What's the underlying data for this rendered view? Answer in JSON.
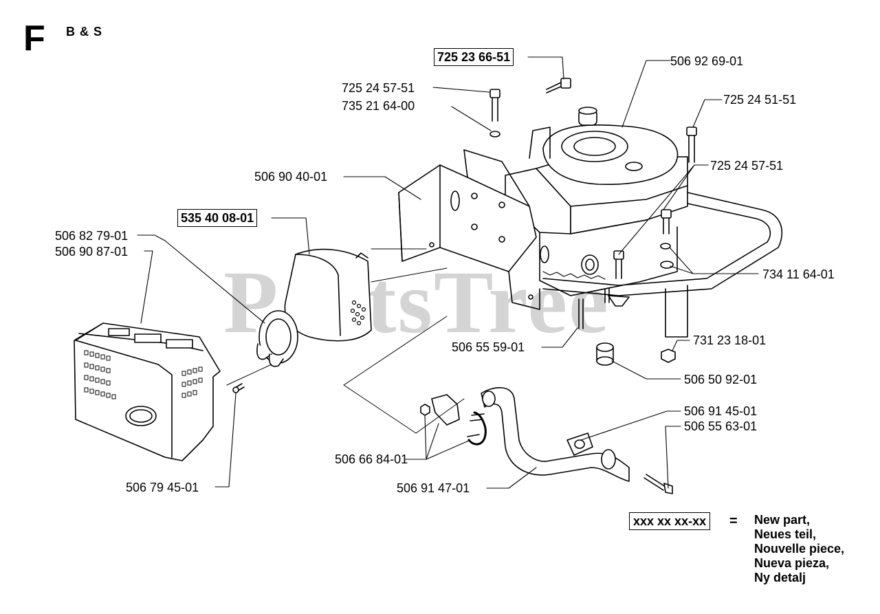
{
  "header": {
    "section": "F",
    "engine": "B & S"
  },
  "watermark": {
    "text": "PartsTree",
    "trademark": "™"
  },
  "parts": {
    "p725236651": "725 23 66-51",
    "p506926901": "506 92 69-01",
    "p725245751_a": "725 24 57-51",
    "p735216400": "735 21 64-00",
    "p725245151": "725 24 51-51",
    "p725245751_b": "725 24 57-51",
    "p506904001": "506 90 40-01",
    "p535400801": "535 40 08-01",
    "p506827901": "506 82 79-01",
    "p506908701": "506 90 87-01",
    "p734116401": "734 11 64-01",
    "p731231801": "731 23 18-01",
    "p506555901": "506 55 59-01",
    "p506509201": "506 50 92-01",
    "p506914501": "506 91 45-01",
    "p506556301": "506 55 63-01",
    "p506668401": "506 66 84-01",
    "p506914701": "506 91 47-01",
    "p506794501": "506 79 45-01"
  },
  "legend": {
    "key": "xxx xx xx-xx",
    "equals": "=",
    "meanings": [
      "New part,",
      "Neues teil,",
      "Nouvelle piece,",
      "Nueva pieza,",
      "Ny detalj"
    ]
  }
}
